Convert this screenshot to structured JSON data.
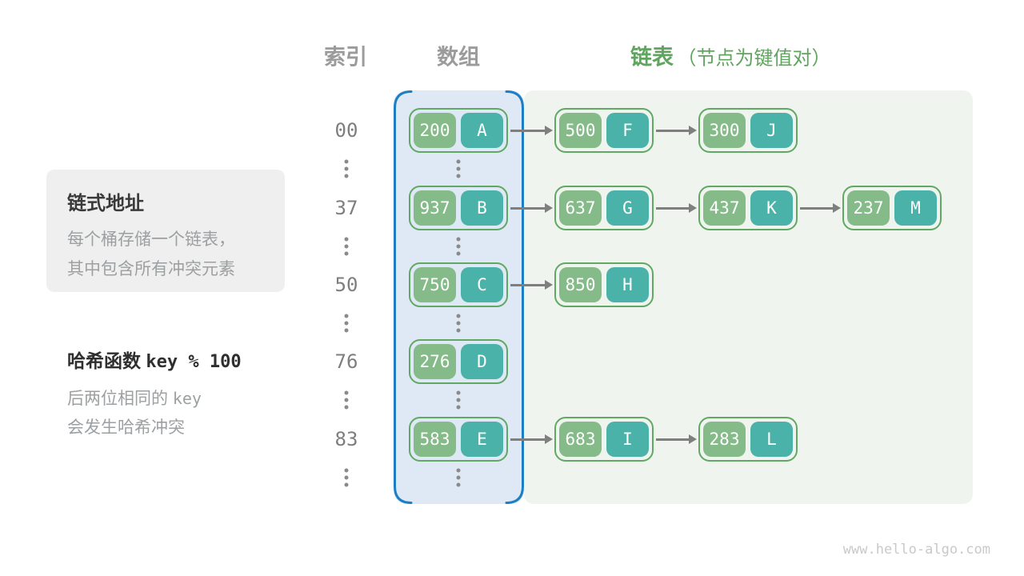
{
  "headers": {
    "index": "索引",
    "array": "数组",
    "list_bold": "链表",
    "list_note": "（节点为键值对）"
  },
  "annotations": {
    "box": {
      "title": "链式地址",
      "line1": "每个桶存储一个链表，",
      "line2": "其中包含所有冲突元素"
    },
    "hash": {
      "label": "哈希函数",
      "code": "key % 100",
      "line1_prefix": "后两位相同的 ",
      "line1_code": "key",
      "line2": "会发生哈希冲突"
    }
  },
  "rows": [
    {
      "index": "00",
      "nodes": [
        {
          "key": "200",
          "value": "A"
        },
        {
          "key": "500",
          "value": "F"
        },
        {
          "key": "300",
          "value": "J"
        }
      ]
    },
    {
      "index": "37",
      "nodes": [
        {
          "key": "937",
          "value": "B"
        },
        {
          "key": "637",
          "value": "G"
        },
        {
          "key": "437",
          "value": "K"
        },
        {
          "key": "237",
          "value": "M"
        }
      ]
    },
    {
      "index": "50",
      "nodes": [
        {
          "key": "750",
          "value": "C"
        },
        {
          "key": "850",
          "value": "H"
        }
      ]
    },
    {
      "index": "76",
      "nodes": [
        {
          "key": "276",
          "value": "D"
        }
      ]
    },
    {
      "index": "83",
      "nodes": [
        {
          "key": "583",
          "value": "E"
        },
        {
          "key": "683",
          "value": "I"
        },
        {
          "key": "283",
          "value": "L"
        }
      ]
    }
  ],
  "icons": {
    "ellipsis": "vertical-dots"
  },
  "colors": {
    "key_box": "#85BB88",
    "value_box": "#4AB2A8",
    "node_border": "#61A865",
    "array_fill": "#DEE9F5",
    "array_border": "#1E7EC4",
    "list_panel_fill": "#EFF5EE",
    "arrow": "#7F7F7F",
    "header_green": "#5FA55F"
  },
  "watermark": "www.hello-algo.com"
}
